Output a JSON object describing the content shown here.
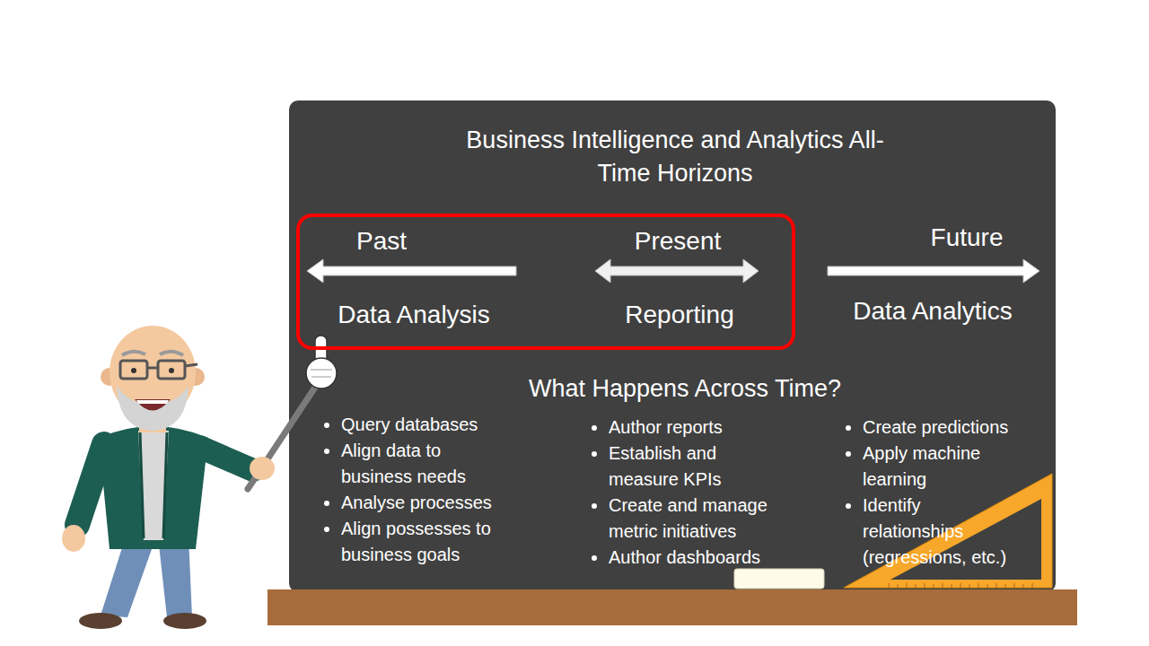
{
  "diagram": {
    "title": "Business Intelligence and Analytics All-Time Horizons",
    "nodes": [
      {
        "text": [
          "Past",
          "Present",
          "Data Analysis",
          "Reporting"
        ]
      }
    ],
    "labels": [
      "Future",
      "Data Analytics",
      "What Happens Across Time?",
      "Query databases",
      "Align data to business needs",
      "Analyse processes",
      "Align possesses to business goals",
      "Author reports",
      "Establish and measure KPIs",
      "Create and manage metric initiatives",
      "Author dashboards",
      "Create predictions",
      "Apply machine learning",
      "Identify relationships (regressions, etc.)"
    ]
  }
}
